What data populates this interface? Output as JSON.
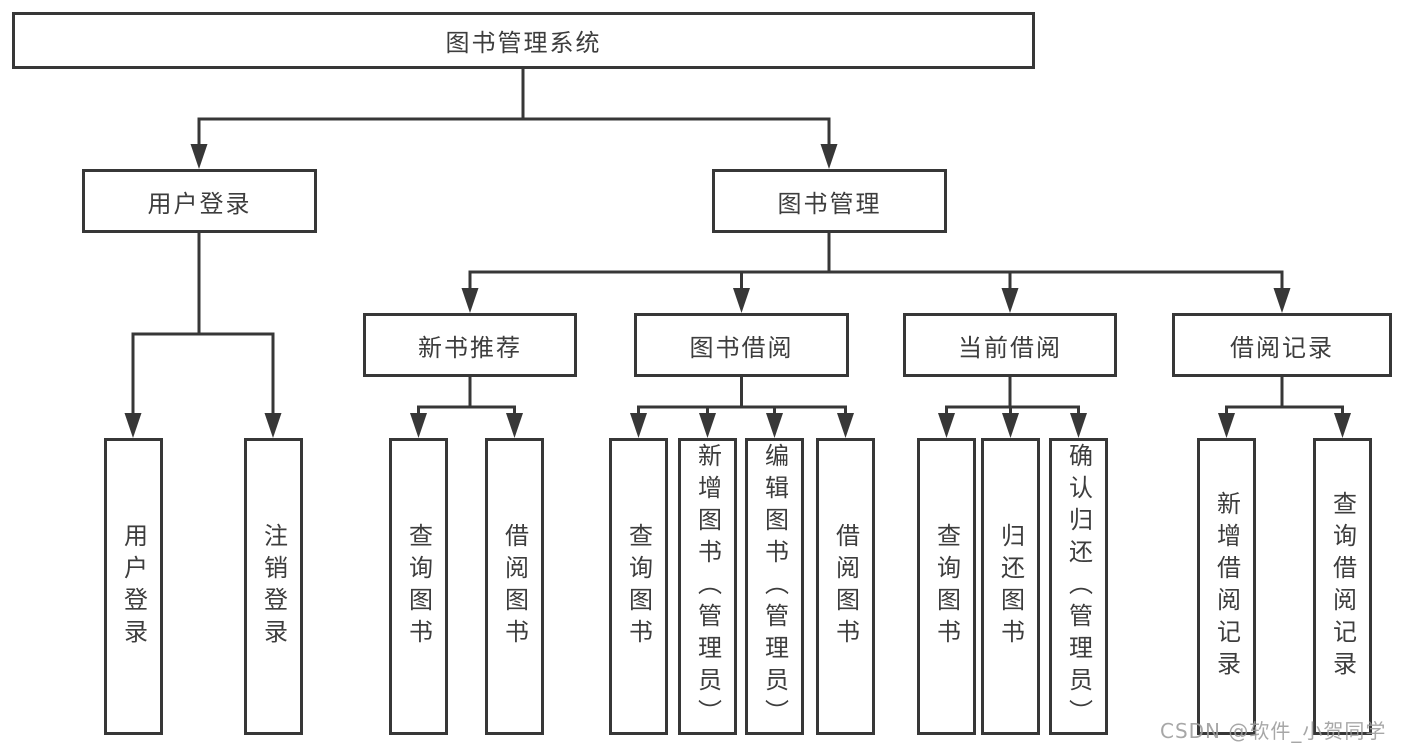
{
  "diagram": {
    "title": "图书管理系统",
    "type": "hierarchy-structure-diagram",
    "colors": {
      "line": "#373737",
      "border": "#373737",
      "text": "#3d3d3d",
      "background": "#ffffff",
      "watermark": "#9c9c9c"
    },
    "tree": {
      "root": {
        "label": "图书管理系统",
        "children": [
          {
            "label": "用户登录",
            "children": [
              {
                "label": "用户登录"
              },
              {
                "label": "注销登录"
              }
            ]
          },
          {
            "label": "图书管理",
            "children": [
              {
                "label": "新书推荐",
                "children": [
                  {
                    "label": "查询图书"
                  },
                  {
                    "label": "借阅图书"
                  }
                ]
              },
              {
                "label": "图书借阅",
                "children": [
                  {
                    "label": "查询图书"
                  },
                  {
                    "label": "新增图书（管理员）"
                  },
                  {
                    "label": "编辑图书（管理员）"
                  },
                  {
                    "label": "借阅图书"
                  }
                ]
              },
              {
                "label": "当前借阅",
                "children": [
                  {
                    "label": "查询图书"
                  },
                  {
                    "label": "归还图书"
                  },
                  {
                    "label": "确认归还（管理员）"
                  }
                ]
              },
              {
                "label": "借阅记录",
                "children": [
                  {
                    "label": "新增借阅记录"
                  },
                  {
                    "label": "查询借阅记录"
                  }
                ]
              }
            ]
          }
        ]
      }
    },
    "watermark": "CSDN @软件_小贺同学"
  }
}
